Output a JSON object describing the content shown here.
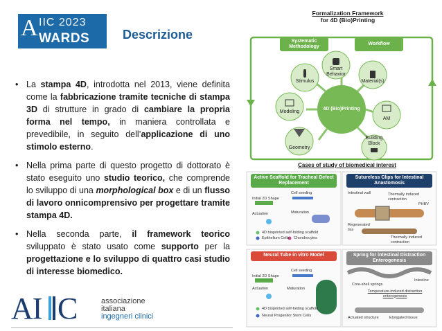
{
  "logo": {
    "letter": "A",
    "top": "IIC",
    "year": "2023",
    "bottom": "WARDS"
  },
  "slide": {
    "title": "Descrizione"
  },
  "bullets": [
    {
      "parts": [
        {
          "t": "La ",
          "s": "n"
        },
        {
          "t": "stampa 4D",
          "s": "b"
        },
        {
          "t": ", introdotta nel 2013, viene definita come la ",
          "s": "n"
        },
        {
          "t": "fabbricazione tramite tecniche di stampa 3D",
          "s": "b"
        },
        {
          "t": " di strutture in grado di ",
          "s": "n"
        },
        {
          "t": "cambiare la propria forma nel tempo,",
          "s": "b"
        },
        {
          "t": " in maniera controllata e prevedibile, in seguito dell’",
          "s": "n"
        },
        {
          "t": "applicazione di uno stimolo esterno",
          "s": "b"
        },
        {
          "t": ".",
          "s": "n"
        }
      ]
    },
    {
      "parts": [
        {
          "t": "Nella prima parte di questo progetto di dottorato è stato eseguito uno ",
          "s": "n"
        },
        {
          "t": "studio teorico,",
          "s": "b"
        },
        {
          "t": " che comprende lo sviluppo di una ",
          "s": "n"
        },
        {
          "t": "morphological box",
          "s": "i"
        },
        {
          "t": " e di un ",
          "s": "n"
        },
        {
          "t": "flusso di lavoro onnicomprensivo per progettare tramite stampa 4D.",
          "s": "b"
        }
      ]
    },
    {
      "parts": [
        {
          "t": "Nella seconda parte, ",
          "s": "n"
        },
        {
          "t": "il framework teorico",
          "s": "b"
        },
        {
          "t": " sviluppato è stato usato come ",
          "s": "n"
        },
        {
          "t": "supporto",
          "s": "b"
        },
        {
          "t": " per la ",
          "s": "n"
        },
        {
          "t": "progettazione e lo sviluppo di quattro casi studio di interesse biomedico.",
          "s": "b"
        }
      ]
    }
  ],
  "bullet_symbol": "•",
  "aiic": {
    "ai": "AI",
    "c": "C",
    "line1": "associazione",
    "line2": "italiana",
    "line3": "ingegneri clinici"
  },
  "figure": {
    "title_line1": "Formalization Framework",
    "title_line2": "for 4D (Bio)Printing",
    "pill_systematic": "Systematic Methodology",
    "pill_workflow": "Workflow",
    "center": "4D (Bio)Printing",
    "nodes": [
      "Smart Behavior",
      "Material(s)",
      "AM",
      "Building Block",
      "Geometry",
      "Modeling",
      "Stimulus"
    ],
    "cases_title": "Cases of study of biomedical interest",
    "case1": "Active Scaffold for Tracheal Defect Replacement",
    "case2": "Sutureless Clips for Intestinal Anastomosis",
    "case3": "Neural Tube in vitro Model",
    "case4": "Spring for intestinal Distraction Enterogenesis",
    "c1_labels": [
      "Cell seeding",
      "Initial 2D Shape",
      "Actuation",
      "Maturation",
      "4D bioprinted self-folding scaffold",
      "Epithelium Cells",
      "Chondrocytes"
    ],
    "c2_labels": [
      "Intestinal wall",
      "Thermally induced contraction",
      "PHBV",
      "Regenerated tiss",
      "Thermally induced contraction"
    ],
    "c3_labels": [
      "Cell seeding",
      "Initial 2D Shape",
      "Actuation",
      "Maturation",
      "4D bioprinted self-folding scaffold",
      "Neural Progenitor Stem Cells"
    ],
    "c4_labels": [
      "Intestine",
      "Core-shell springs",
      "Temperature-induced distraction enterogenesis",
      "Actuated structure",
      "Elongated tissue"
    ]
  }
}
